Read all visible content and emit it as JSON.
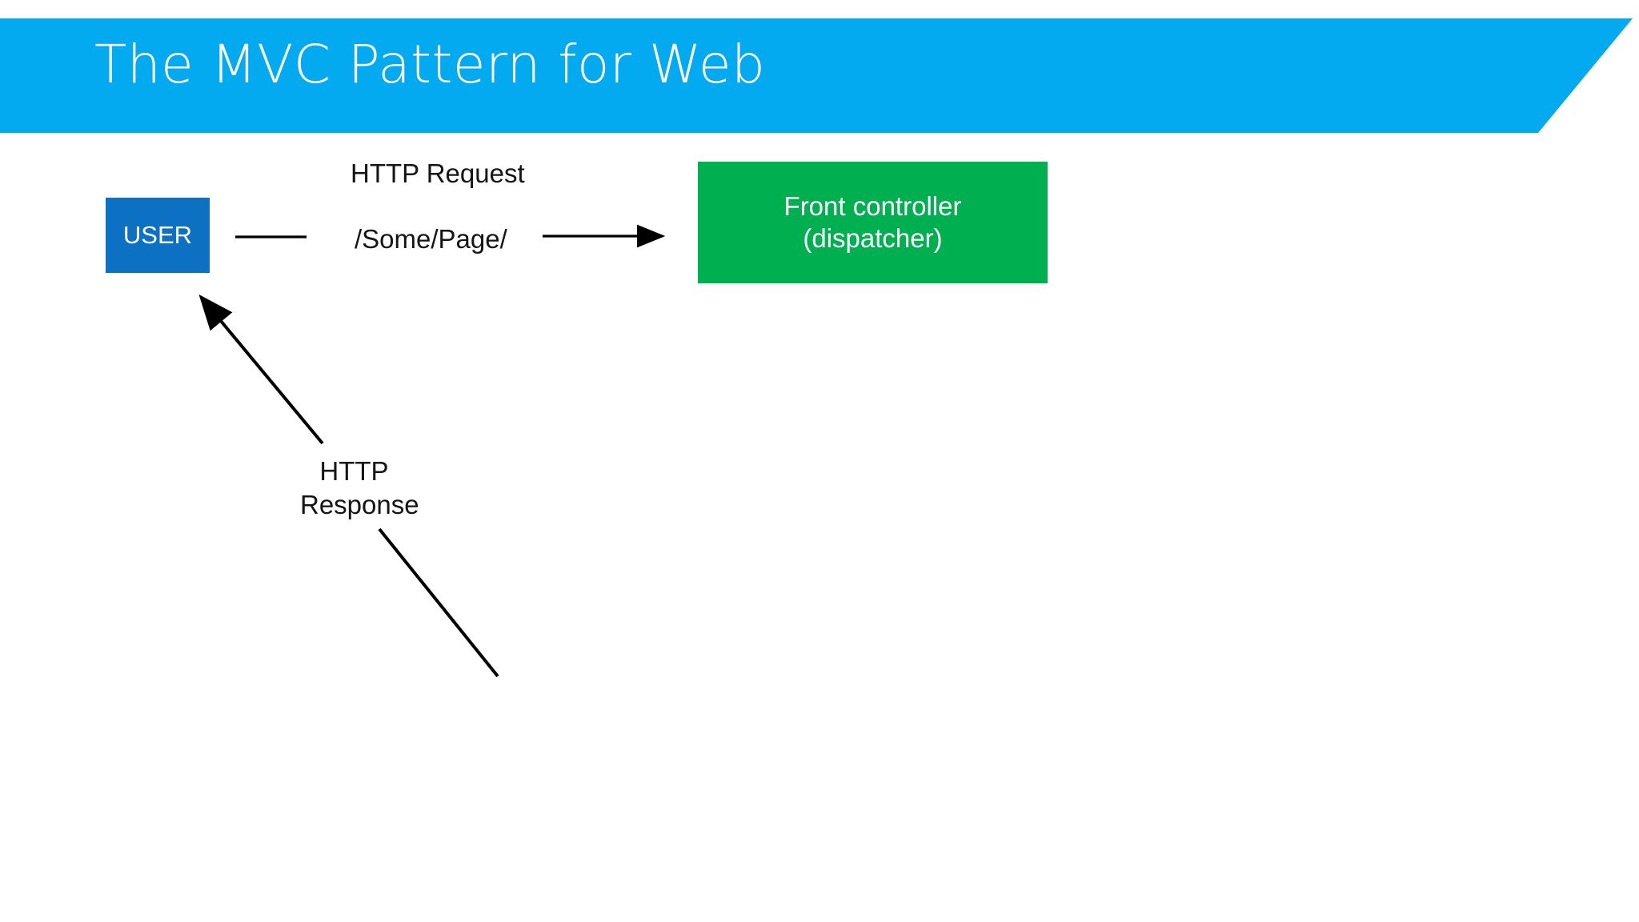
{
  "slide": {
    "title": "The MVC Pattern for Web",
    "background_color": "#ffffff",
    "banner_color": "#03AAEF",
    "title_color": "#ffffff"
  },
  "diagram": {
    "nodes": [
      {
        "id": "user",
        "label": "USER",
        "color": "#0C71C3",
        "text_color": "#ffffff"
      },
      {
        "id": "front-controller",
        "label_line1": "Front controller",
        "label_line2": "(dispatcher)",
        "color": "#00B050",
        "text_color": "#ffffff"
      }
    ],
    "edges": [
      {
        "id": "request",
        "from": "user",
        "to": "front-controller",
        "label_line1": "HTTP Request",
        "label_line2": "/Some/Page/",
        "arrow": "to-front-controller",
        "color": "#000000"
      },
      {
        "id": "response",
        "from": "front-controller",
        "to": "user",
        "label_line1": "HTTP",
        "label_line2": "Response",
        "arrow": "to-user",
        "color": "#000000"
      }
    ]
  }
}
